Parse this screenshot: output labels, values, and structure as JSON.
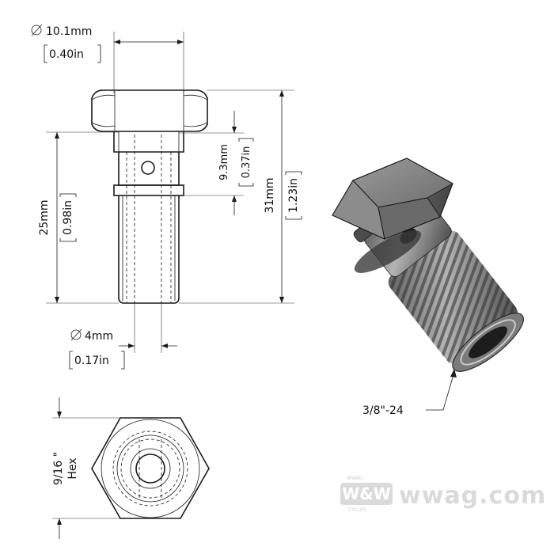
{
  "dimensions": {
    "head_diameter": {
      "value": "10.1mm",
      "inch": "0.40in"
    },
    "hole_height": {
      "value": "9.3mm",
      "inch": "0.37in"
    },
    "shank_length": {
      "value": "25mm",
      "inch": "0.98in"
    },
    "total_length": {
      "value": "31mm",
      "inch": "1.23in"
    },
    "bore_diameter": {
      "value": "4mm",
      "inch": "0.17in"
    }
  },
  "hex_view": {
    "size_line1": "9/16 \"",
    "size_line2": "Hex"
  },
  "thread_callout": "3/8\"-24",
  "watermark": {
    "badge": "W&W",
    "site": "wwag.com",
    "small_top": "WWAG",
    "small_bottom": "CYCLES"
  },
  "colors": {
    "line": "#1a1a1a",
    "metal_dark": "#5a5a5a",
    "metal_light": "#a8a8a8",
    "watermark": "#d6d6d6"
  }
}
